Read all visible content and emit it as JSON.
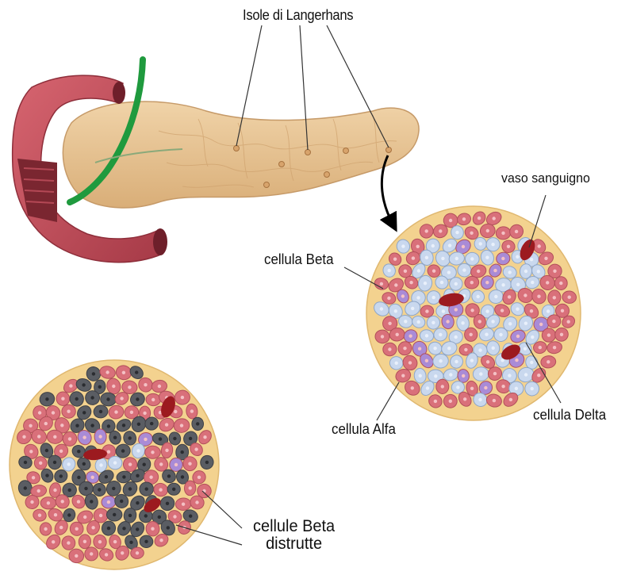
{
  "labels": {
    "islets": "Isole di Langerhans",
    "blood_vessel": "vaso sanguigno",
    "beta_cell": "cellula Beta",
    "alpha_cell": "cellula Alfa",
    "delta_cell": "cellula Delta",
    "destroyed_beta_line1": "cellule Beta",
    "destroyed_beta_line2": "distrutte"
  },
  "colors": {
    "duodenum": "#c2505c",
    "pancreas": "#e8c79a",
    "duct": "#1f9a3e",
    "islet_background": "#f3d28f",
    "alpha_cell": "#d9707a",
    "beta_cell": "#c9d8ee",
    "delta_cell": "#a98bd6",
    "destroyed_beta_cell": "#5a5d63",
    "blood_vessel": "#9c1a1f"
  },
  "icons": [
    "arrow-down-icon"
  ]
}
